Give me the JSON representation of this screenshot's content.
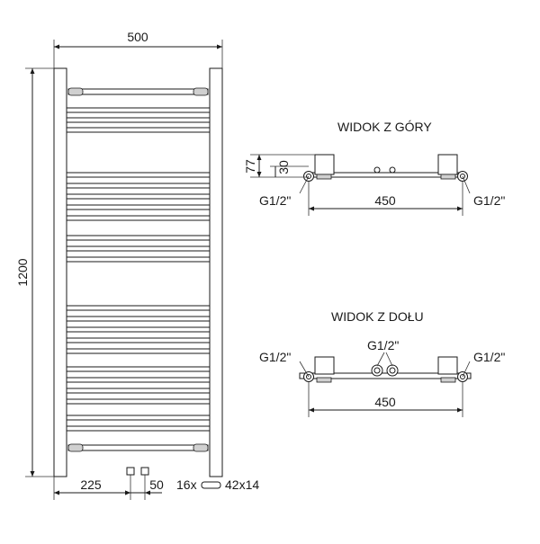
{
  "front_view": {
    "width_label": "500",
    "height_label": "1200",
    "inlet_offset_label": "225",
    "inlet_spacing_label": "50",
    "tube_count_label": "16x",
    "tube_size_label": "42x14"
  },
  "top_view": {
    "title": "WIDOK Z GÓRY",
    "depth_total_label": "77",
    "depth_axis_label": "30",
    "left_thread_label": "G1/2\"",
    "right_thread_label": "G1/2\"",
    "axis_spacing_label": "450"
  },
  "bottom_view": {
    "title": "WIDOK Z DOŁU",
    "left_thread_label": "G1/2\"",
    "center_thread_label": "G1/2\"",
    "right_thread_label": "G1/2\"",
    "axis_spacing_label": "450"
  }
}
